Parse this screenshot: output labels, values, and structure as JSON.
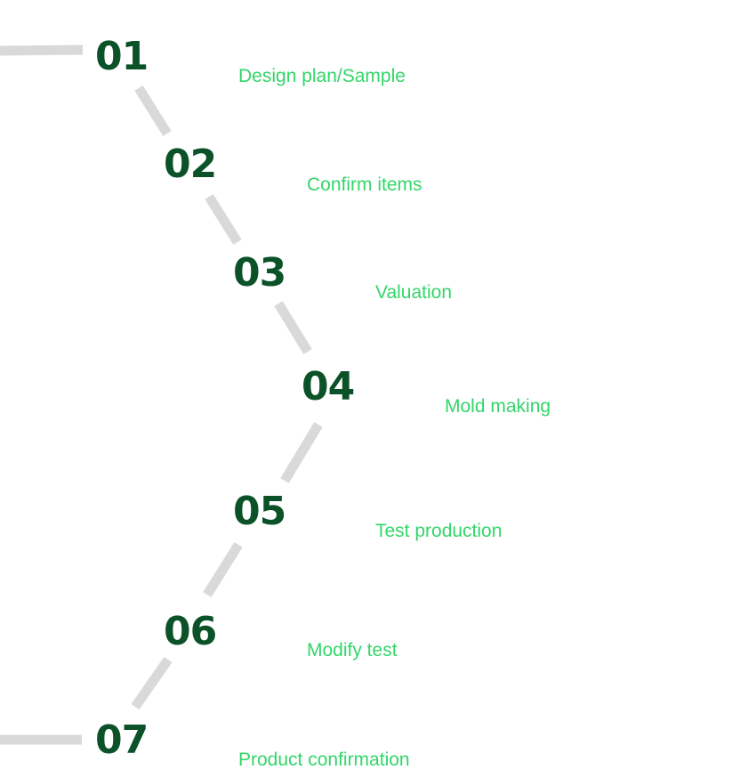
{
  "colors": {
    "number": "#0b5229",
    "label": "#33d66a",
    "connector": "#d9d9d9"
  },
  "steps": [
    {
      "number": "01",
      "label": "Design plan/Sample"
    },
    {
      "number": "02",
      "label": "Confirm items"
    },
    {
      "number": "03",
      "label": "Valuation"
    },
    {
      "number": "04",
      "label": "Mold making"
    },
    {
      "number": "05",
      "label": "Test production"
    },
    {
      "number": "06",
      "label": "Modify test"
    },
    {
      "number": "07",
      "label": "Product confirmation"
    }
  ]
}
